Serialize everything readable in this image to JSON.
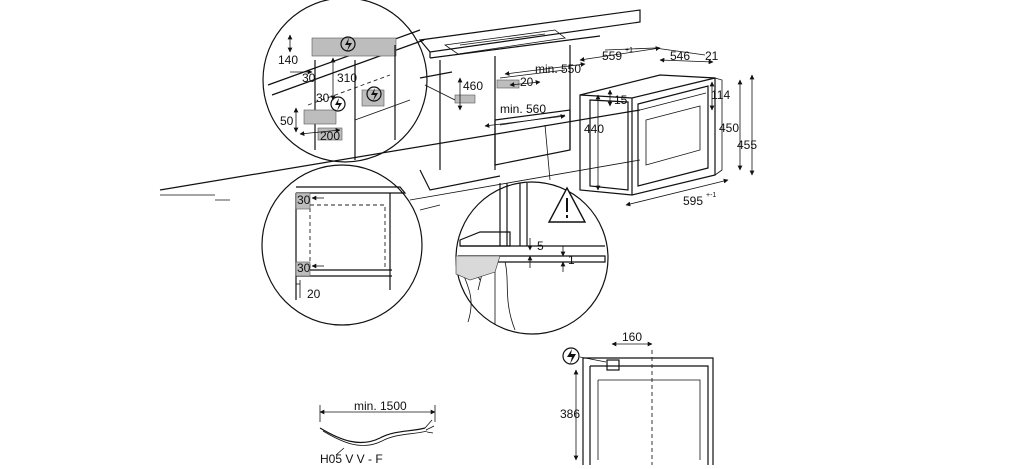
{
  "main_unit": {
    "width": "559",
    "width_tol": "+1",
    "depth": "546",
    "front": "21",
    "height_a": "440",
    "offset_top": "15",
    "door_h": "114",
    "h_450": "450",
    "h_455": "455",
    "bottom_width": "595",
    "bottom_tol": "+-1"
  },
  "niche": {
    "depth_min": "min. 550",
    "gap": "20",
    "h": "460",
    "width_min": "min. 560"
  },
  "top_detail": {
    "d140": "140",
    "d30a": "30",
    "d310": "310",
    "d30b": "30",
    "d50": "50",
    "d200": "200"
  },
  "side_detail": {
    "d30_top": "30",
    "d30_bot": "30",
    "d20": "20"
  },
  "edge_detail": {
    "d5": "5",
    "d1": "1"
  },
  "rear_view": {
    "d160": "160",
    "d386": "386"
  },
  "cable": {
    "length": "min. 1500",
    "type": "H05 V V - F"
  },
  "icons": [
    "lightning-icon",
    "warning-icon"
  ]
}
